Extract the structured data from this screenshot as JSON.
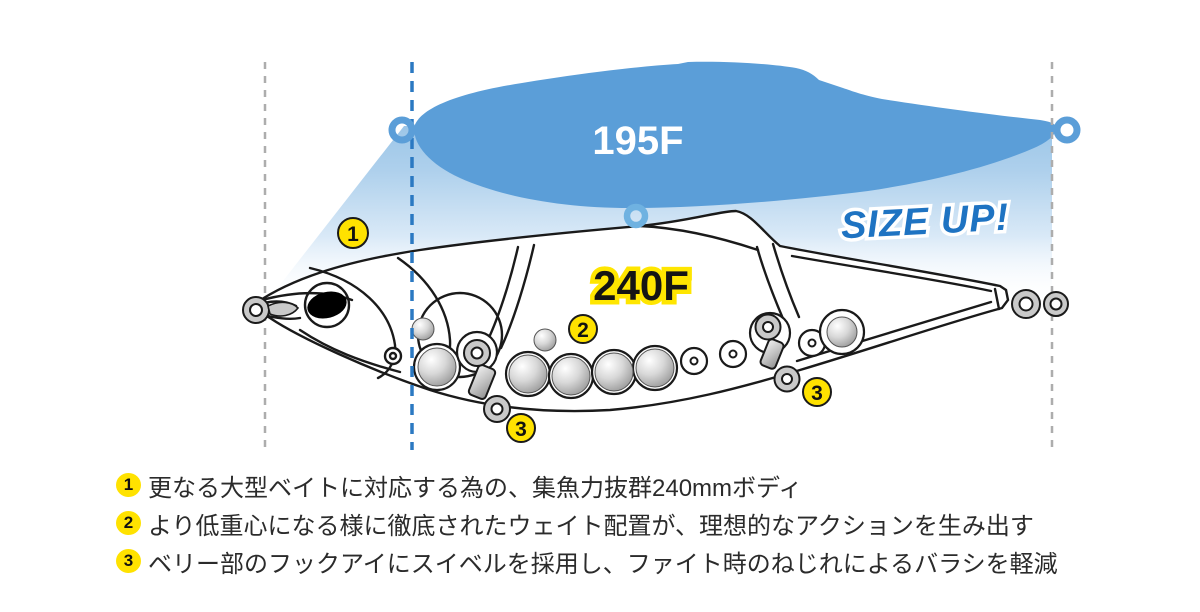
{
  "diagram": {
    "small_lure_label": "195F",
    "large_lure_label": "240F",
    "size_up_text": "SIZE UP!",
    "badges": {
      "b1": "1",
      "b2": "2",
      "b3": "3"
    },
    "colors": {
      "lure_body_blue": "#5b9ed8",
      "ring_light_blue": "#6fb2e1",
      "accent_text_blue": "#1e73c2",
      "badge_yellow": "#ffe200",
      "label_halo_yellow": "#ffe600",
      "outline_black": "#1a1a1a",
      "guide_gray": "#adadad",
      "guide_blue": "#2b79c2"
    }
  },
  "legend": {
    "items": [
      {
        "num": "1",
        "text": "更なる大型ベイトに対応する為の、集魚力抜群240mmボディ"
      },
      {
        "num": "2",
        "text": "より低重心になる様に徹底されたウェイト配置が、理想的なアクションを生み出す"
      },
      {
        "num": "3",
        "text": "ベリー部のフックアイにスイベルを採用し、ファイト時のねじれによるバラシを軽減"
      }
    ]
  }
}
